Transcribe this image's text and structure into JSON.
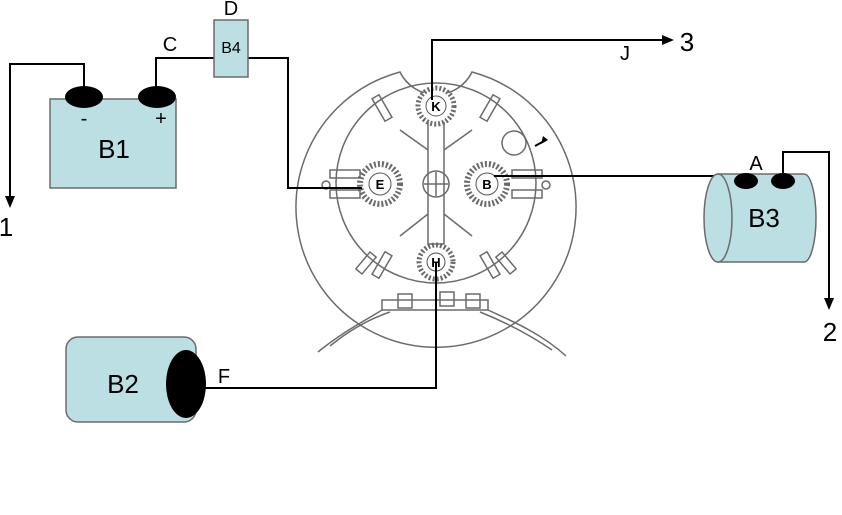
{
  "colors": {
    "component_fill": "#bcdfe3",
    "wire": "#000000",
    "outline": "#6b6b6b"
  },
  "labels": {
    "battery": "B1",
    "battery_minus": "-",
    "battery_plus": "+",
    "load_left": "B2",
    "load_right": "B3",
    "box_top": "B4",
    "point_A": "A",
    "point_C": "C",
    "point_D": "D",
    "point_F": "F",
    "point_J": "J",
    "terminal_1": "1",
    "terminal_2": "2",
    "terminal_3": "3",
    "contact_K": "K",
    "contact_E": "E",
    "contact_B": "B",
    "contact_H": "H"
  }
}
